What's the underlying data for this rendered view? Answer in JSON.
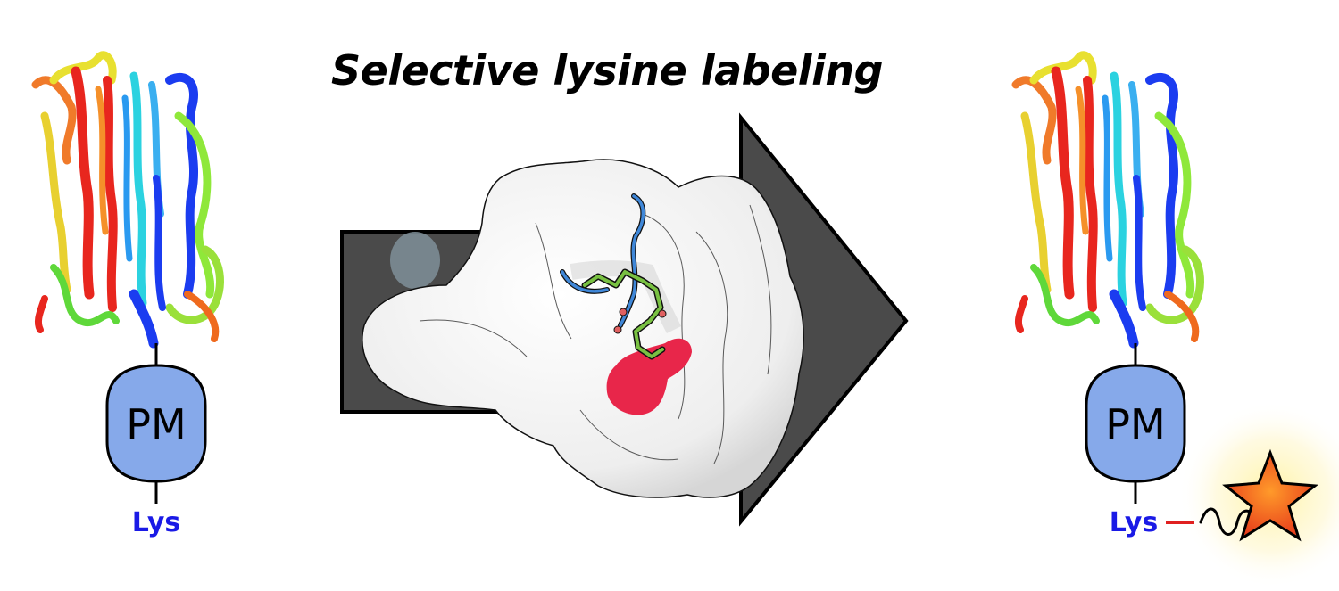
{
  "title": "Selective lysine labeling",
  "left_construct": {
    "module_label": "PM",
    "residue_label": "Lys"
  },
  "right_construct": {
    "module_label": "PM",
    "residue_label": "Lys"
  },
  "colors": {
    "arrow": "#4a4a4a",
    "pm_module": "#86a9ea",
    "lys_text": "#1a1ae6",
    "linker": "#e02020",
    "star_fill": "#f0561e",
    "star_glow": "#fff3a0",
    "reactive_site": "#e8264a",
    "peptide": "#79c142",
    "peptide_backbone": "#3f87d8"
  },
  "icons": {
    "protein": "rainbow-helix-bundle-icon",
    "enzyme": "enzyme-surface-icon",
    "label": "fluorophore-star-icon"
  }
}
